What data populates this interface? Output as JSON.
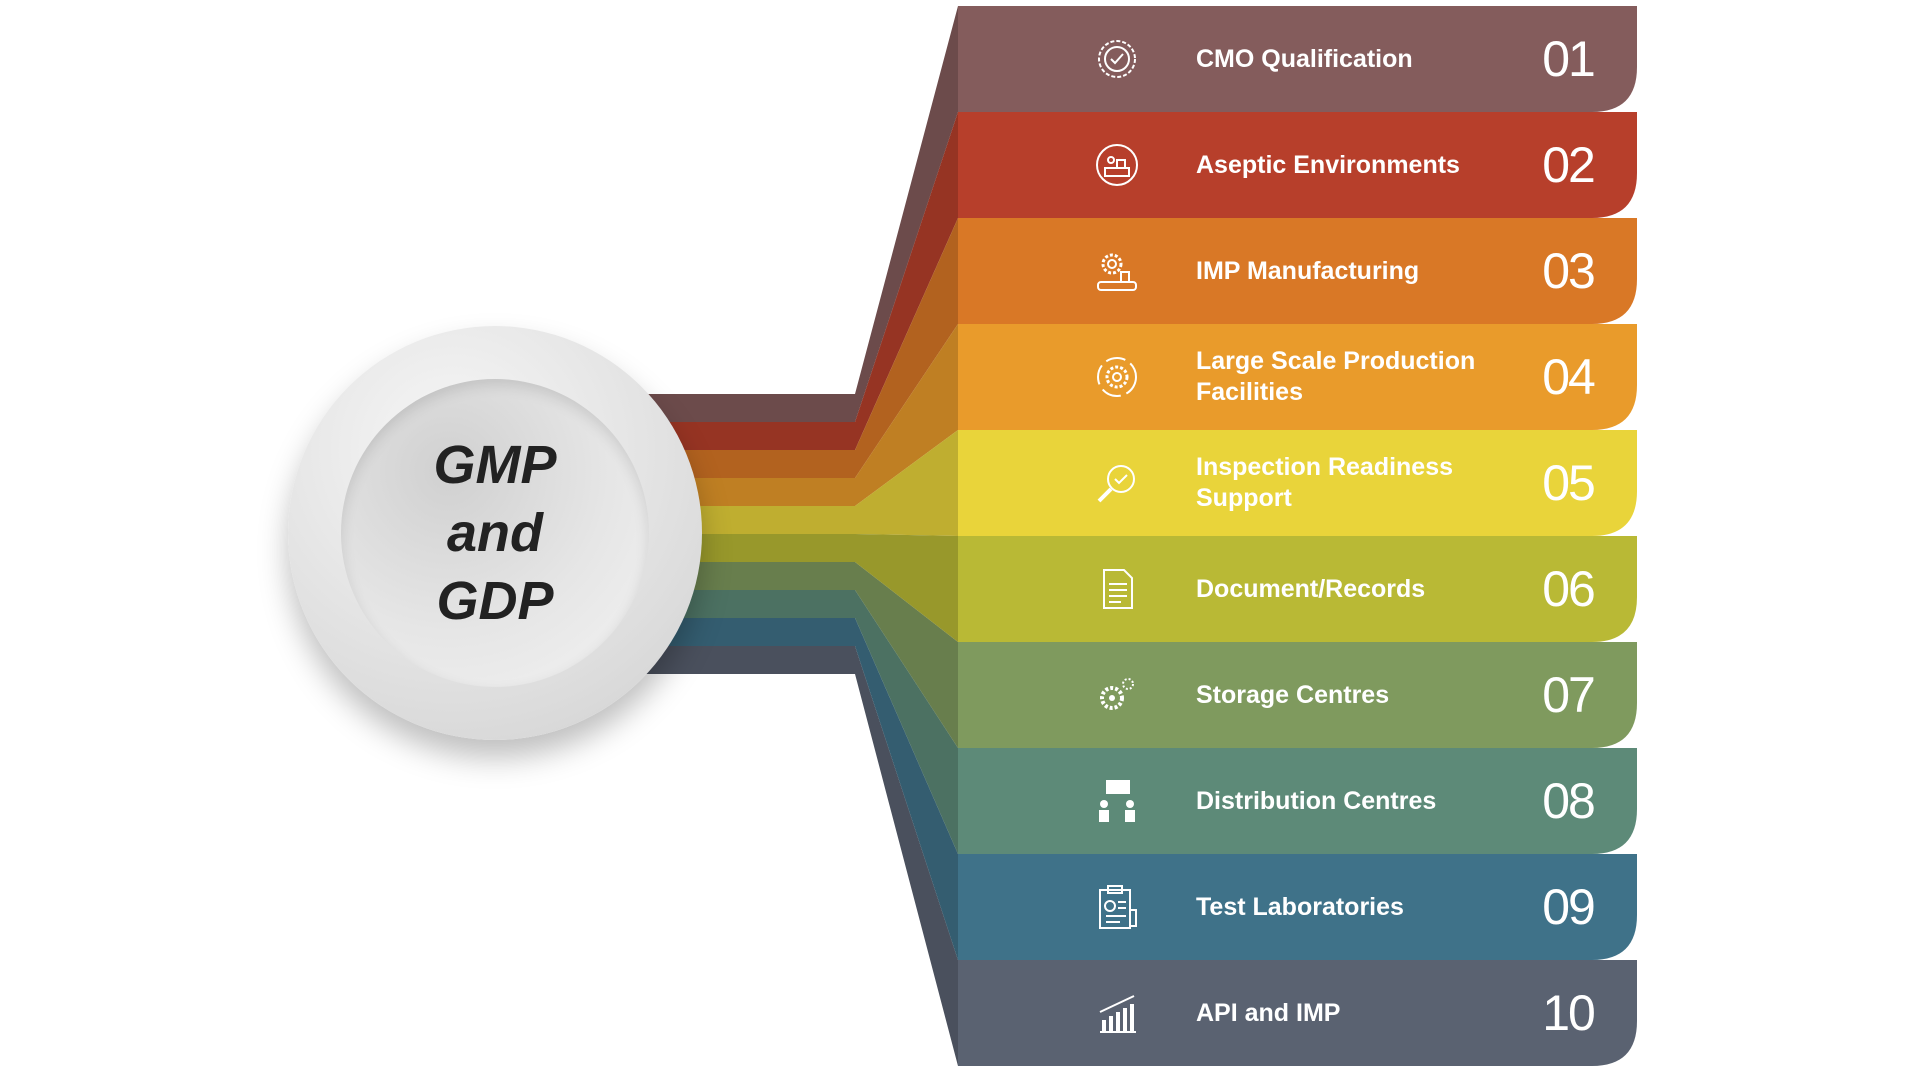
{
  "center": {
    "line1": "GMP",
    "line2": "and",
    "line3": "GDP"
  },
  "items": [
    {
      "num": "01",
      "label": "CMO Qualification",
      "icon": "badge-check-icon",
      "color": "#845c5c"
    },
    {
      "num": "02",
      "label": "Aseptic Environments",
      "icon": "cleanroom-worker-icon",
      "color": "#b73f2b"
    },
    {
      "num": "03",
      "label": "IMP Manufacturing",
      "icon": "gear-conveyor-icon",
      "color": "#d97826"
    },
    {
      "num": "04",
      "label": "Large Scale Production Facilities",
      "icon": "gear-cycle-icon",
      "color": "#e99b2b"
    },
    {
      "num": "05",
      "label": "Inspection Readiness Support",
      "icon": "magnifier-check-icon",
      "color": "#e9d43a"
    },
    {
      "num": "06",
      "label": "Document/Records",
      "icon": "document-icon",
      "color": "#b9b935"
    },
    {
      "num": "07",
      "label": "Storage Centres",
      "icon": "gears-icon",
      "color": "#7f9a5e"
    },
    {
      "num": "08",
      "label": "Distribution Centres",
      "icon": "people-board-icon",
      "color": "#5d8a78"
    },
    {
      "num": "09",
      "label": "Test Laboratories",
      "icon": "clipboard-icon",
      "color": "#3f7289"
    },
    {
      "num": "10",
      "label": "API and IMP",
      "icon": "bar-chart-up-icon",
      "color": "#5a6271"
    }
  ]
}
